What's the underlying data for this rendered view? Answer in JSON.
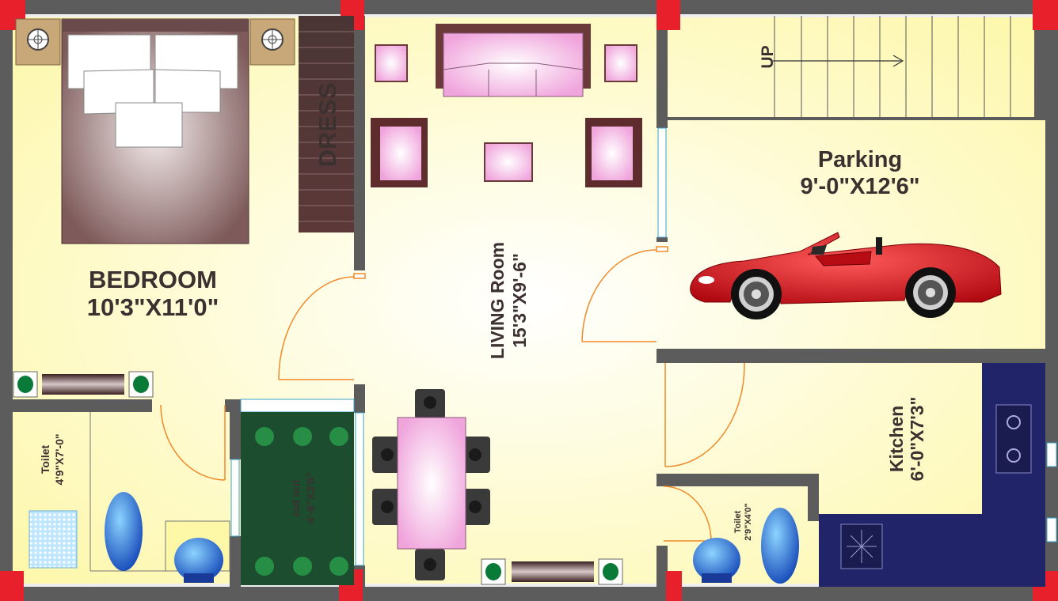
{
  "rooms": {
    "bedroom": {
      "name": "BEDROOM",
      "size": "10'3\"X11'0\""
    },
    "dress": {
      "name": "DRESS"
    },
    "living": {
      "name": "LIVING Room",
      "size": "15'3\"X9'-6\""
    },
    "parking": {
      "name": "Parking",
      "size": "9'-0\"X12'6\""
    },
    "stairs": {
      "label": "UP"
    },
    "kitchen": {
      "name": "Kitchen",
      "size": "6'-0\"X7'3\""
    },
    "toilet_left": {
      "name": "Toilet",
      "size": "4'9\"X7'-0\""
    },
    "cutout": {
      "name": "cut out",
      "size": "4'-6\"X3'6\""
    },
    "toilet_right": {
      "name": "Toilet",
      "size": "2'9\"X4'0\""
    }
  },
  "colors": {
    "floor": "#fdf8b0",
    "wall": "#5c5c5c",
    "column": "#e8202c",
    "door_swing": "#f08a2a",
    "sofa": "#f7b8e8",
    "chair_frame": "#5e2c2c",
    "cutout_green": "#1b4d2e",
    "kitchen_counter": "#22246a",
    "car": "#d4101a",
    "toilet_blue": "#1a5fd0"
  }
}
